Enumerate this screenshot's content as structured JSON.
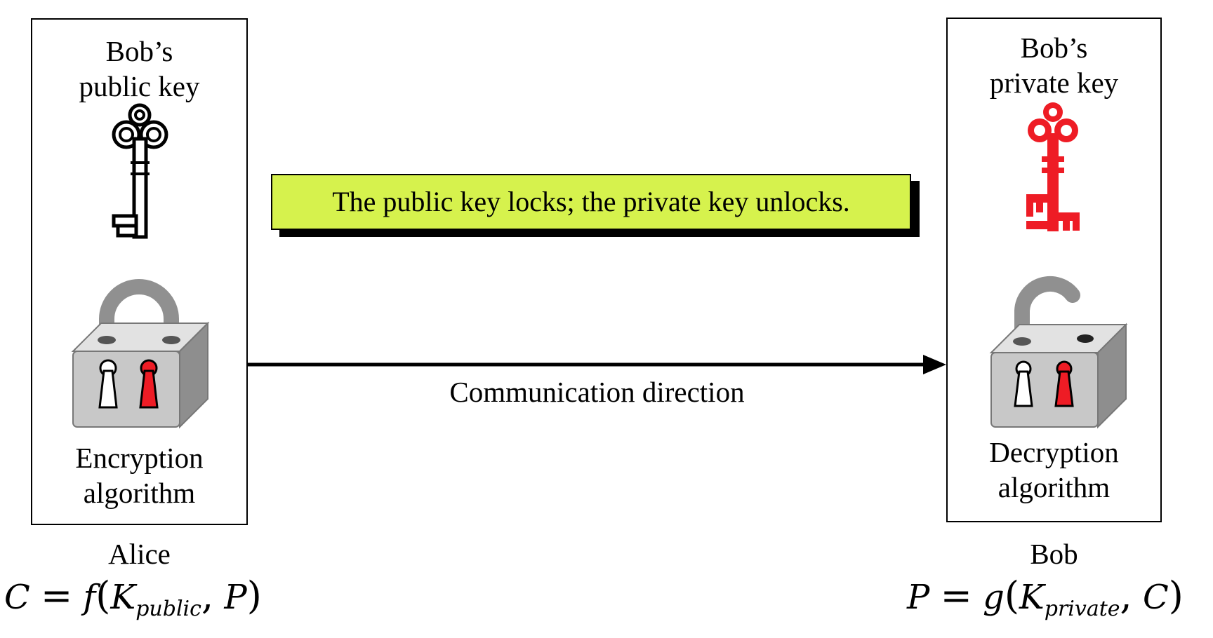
{
  "left_panel": {
    "key_title": "Bob’s\npublic key",
    "algorithm": "Encryption\nalgorithm",
    "owner": "Alice",
    "formula": {
      "lhs": "C",
      "func": "f",
      "key": "K",
      "key_sub": "public",
      "arg": "P"
    }
  },
  "right_panel": {
    "key_title": "Bob’s\nprivate key",
    "algorithm": "Decryption\nalgorithm",
    "owner": "Bob",
    "formula": {
      "lhs": "P",
      "func": "g",
      "key": "K",
      "key_sub": "private",
      "arg": "C"
    }
  },
  "note": "The public key locks; the private key unlocks.",
  "arrow_label": "Communication direction",
  "colors": {
    "public_key": "#000000",
    "private_key": "#ee1c25",
    "note_bg": "#d6f24d",
    "lock_body": "#c8c8c8",
    "shackle": "#909090"
  }
}
